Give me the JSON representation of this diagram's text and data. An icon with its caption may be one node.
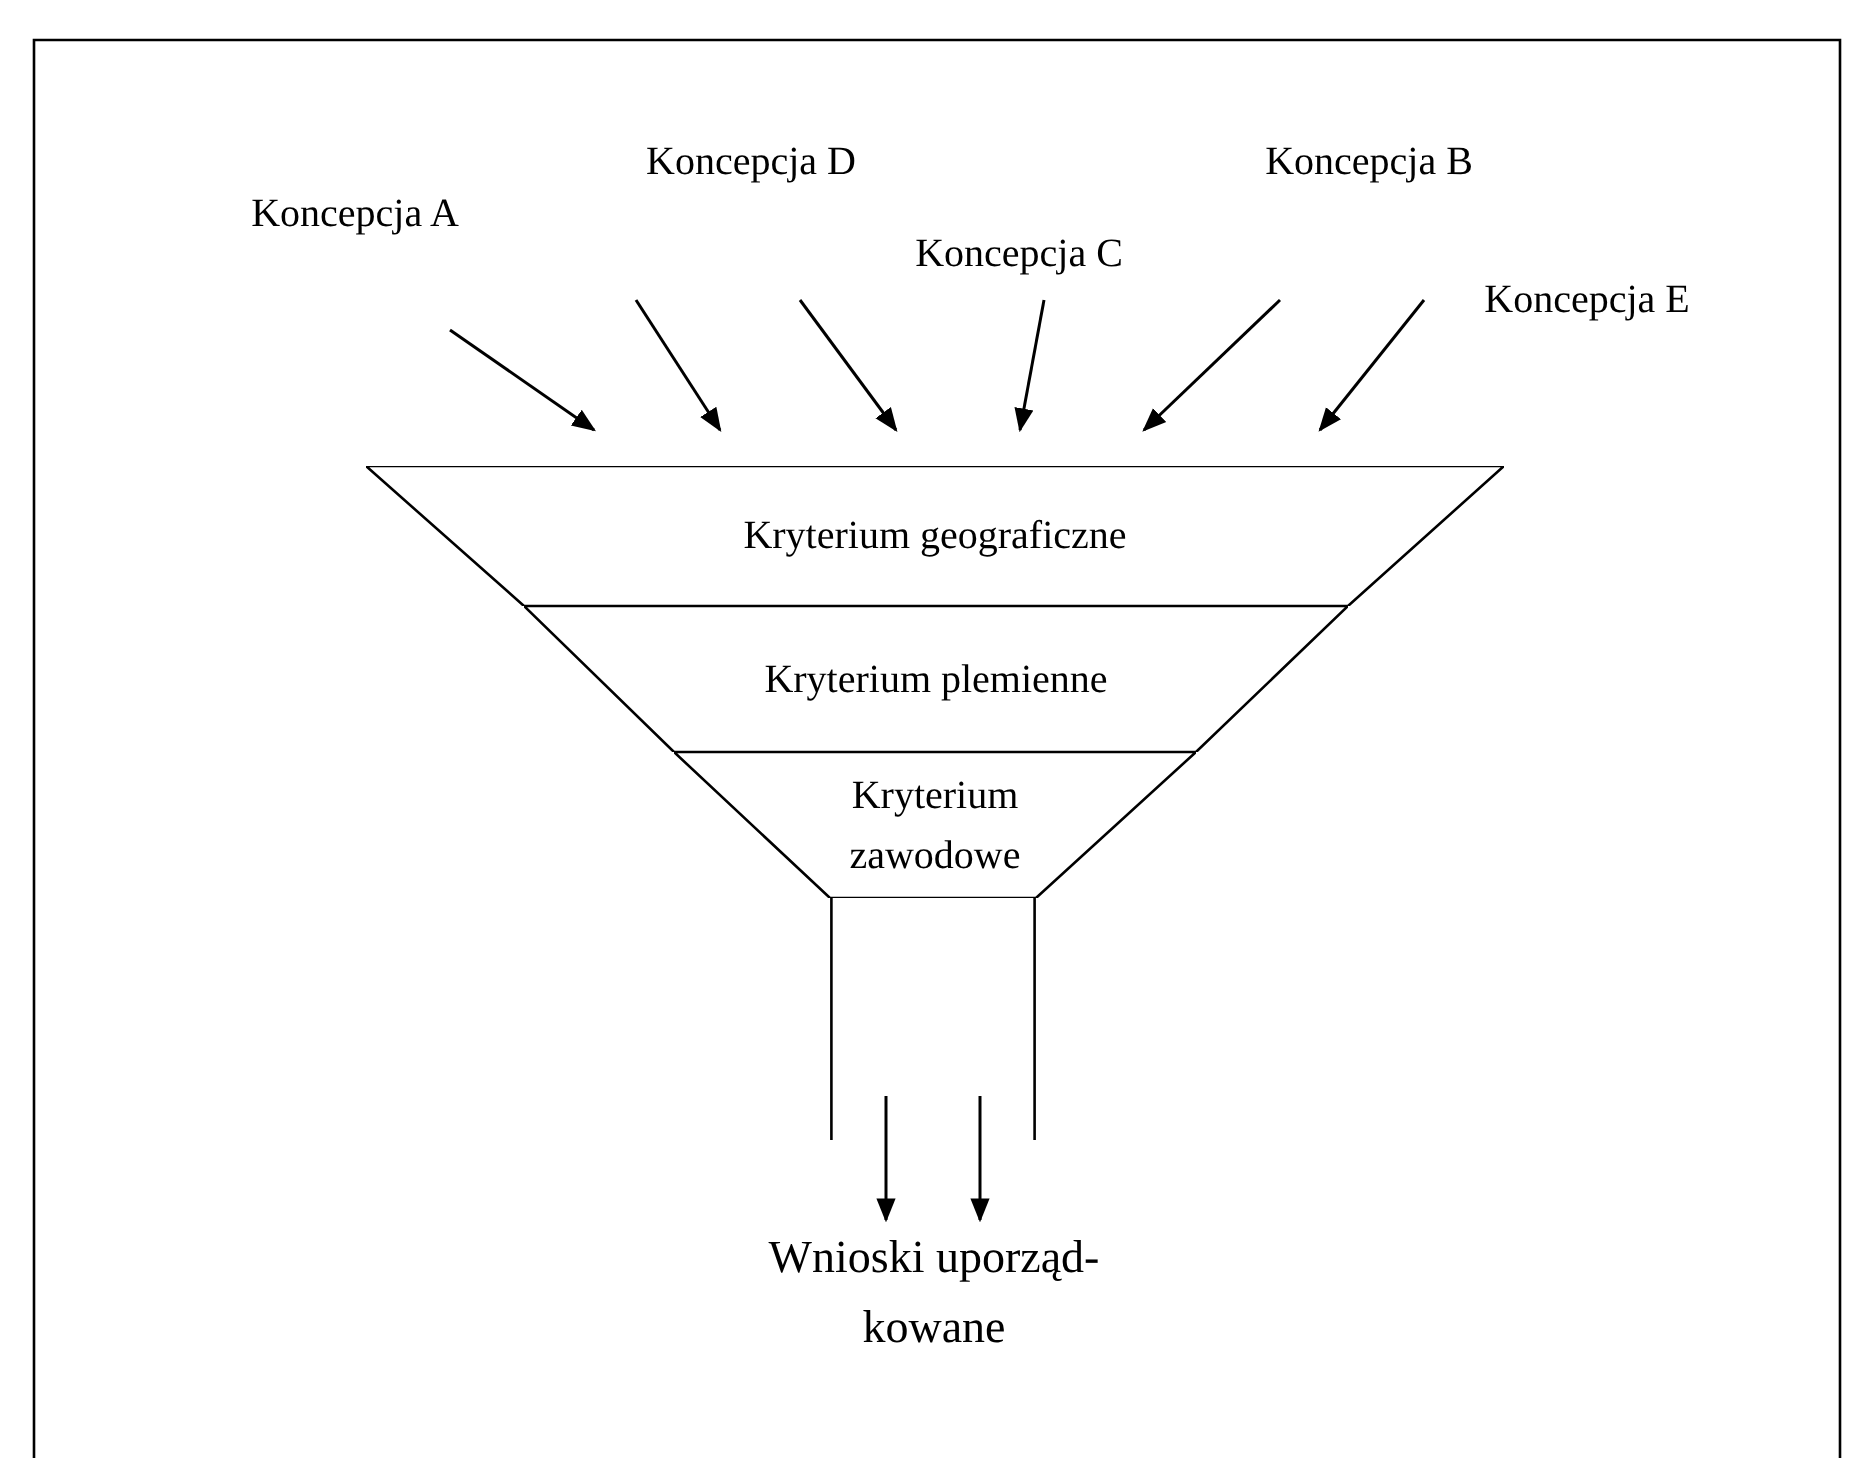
{
  "diagram": {
    "nodes": [
      {
        "text": [
          "Koncepcja A"
        ]
      },
      {
        "text": [
          "Koncepcja D"
        ]
      },
      {
        "text": [
          "Koncepcja C"
        ]
      },
      {
        "text": [
          "Koncepcja B"
        ]
      },
      {
        "text": [
          "Koncepcja E"
        ]
      },
      {
        "text": [
          "Kryterium geograficzne"
        ]
      },
      {
        "text": [
          "Kryterium plemienne"
        ]
      },
      {
        "text": [
          "Kryterium zawodowe"
        ]
      },
      {
        "text": [],
        "shape": "box"
      },
      {
        "text": [
          "Wnioski uporząd- kowane"
        ]
      }
    ],
    "edges": [
      {
        "from": 0,
        "to": 5,
        "arrow": "to"
      },
      {
        "from": 1,
        "to": 5,
        "arrow": "to"
      },
      {
        "from": 2,
        "to": 5,
        "arrow": "to"
      },
      {
        "from": 2,
        "to": 5,
        "arrow": "to"
      },
      {
        "from": 3,
        "to": 5,
        "arrow": "to"
      },
      {
        "from": 4,
        "to": 5,
        "arrow": "to"
      },
      {
        "from": 8,
        "to": 9,
        "arrow": "to"
      },
      {
        "from": 8,
        "to": 9,
        "arrow": "to"
      }
    ]
  }
}
